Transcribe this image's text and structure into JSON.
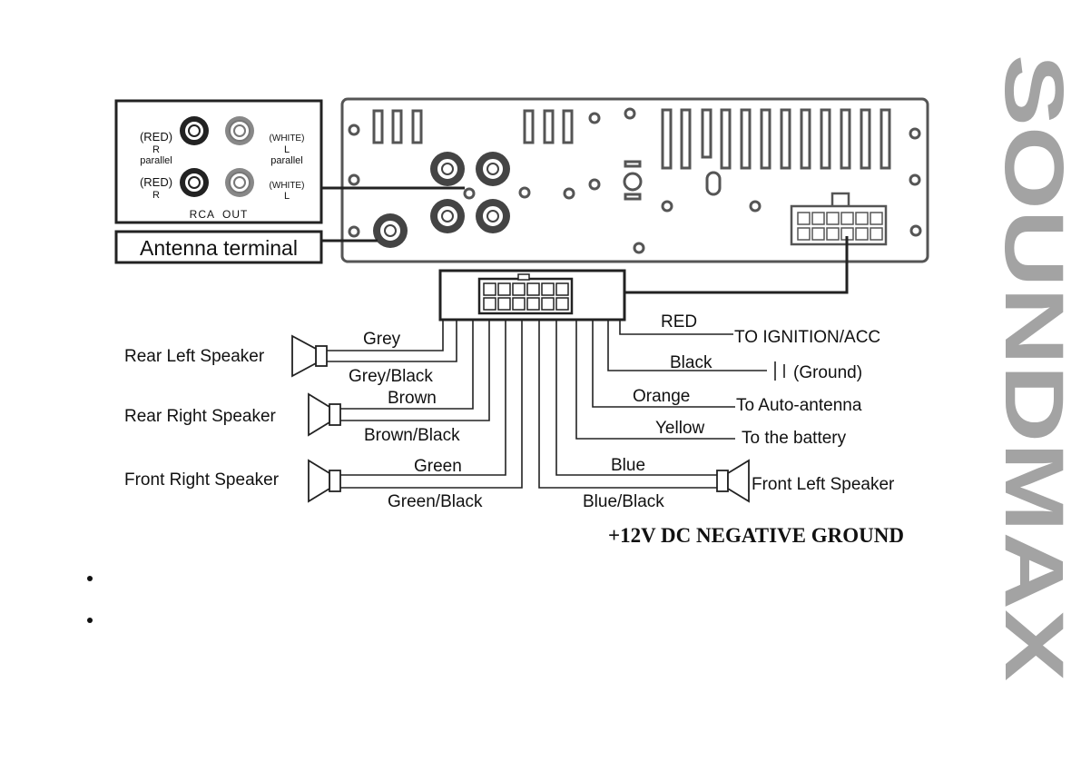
{
  "rca_panel": {
    "red_r_parallel": [
      "(RED)",
      "R",
      "parallel"
    ],
    "white_l_parallel": [
      "(WHITE)",
      "L",
      "parallel"
    ],
    "red_r": [
      "(RED)",
      "R"
    ],
    "white_l": [
      "(WHITE)",
      "L"
    ],
    "title": "RCA  OUT"
  },
  "antenna_label": "Antenna terminal",
  "wires": {
    "grey": "Grey",
    "grey_black": "Grey/Black",
    "brown": "Brown",
    "brown_black": "Brown/Black",
    "green": "Green",
    "green_black": "Green/Black",
    "blue": "Blue",
    "blue_black": "Blue/Black",
    "red": "RED",
    "black": "Black",
    "orange": "Orange",
    "yellow": "Yellow"
  },
  "speakers": {
    "rear_left": "Rear Left Speaker",
    "rear_right": "Rear Right Speaker",
    "front_right": "Front Right Speaker",
    "front_left": "Front Left Speaker"
  },
  "destinations": {
    "ignition": "TO IGNITION/ACC",
    "ground": "(Ground)",
    "auto_antenna": "To Auto-antenna",
    "battery": "To the battery"
  },
  "footer_note": "+12V DC NEGATIVE GROUND",
  "brand": "SOUNDMAX",
  "colors": {
    "logo": "#a3a3a3",
    "line": "#222222",
    "unit": "#555555"
  }
}
